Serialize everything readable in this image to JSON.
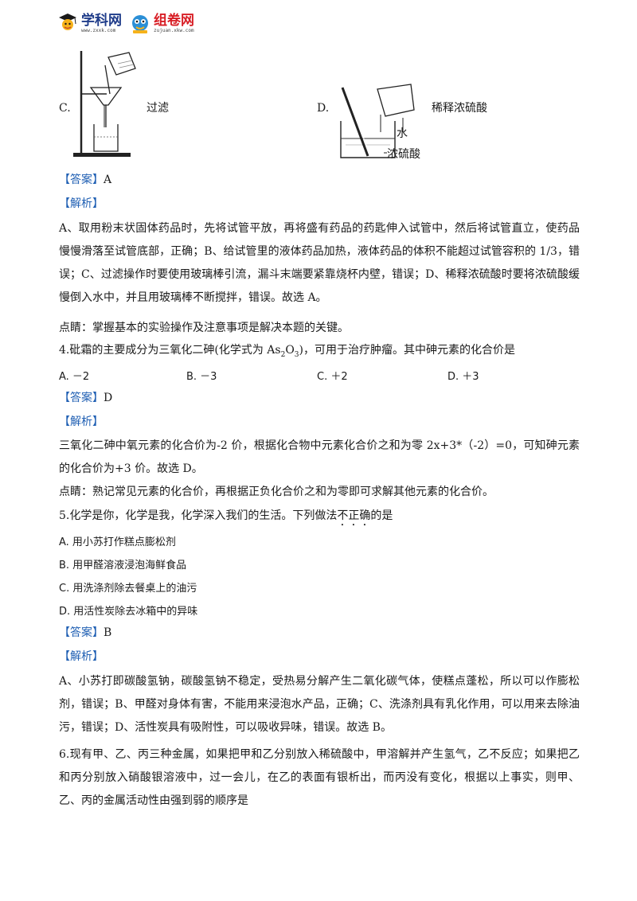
{
  "header": {
    "logo1_text": "学科网",
    "logo1_sub": "www.zxxk.com",
    "logo2_text": "组卷网",
    "logo2_sub": "zujuan.xkw.com"
  },
  "fig_c": {
    "letter": "C.",
    "caption": "过滤"
  },
  "fig_d": {
    "letter": "D.",
    "caption": "稀释浓硫酸",
    "water": "水",
    "acid": "浓硫酸"
  },
  "q3": {
    "answer_tag": "【答案】",
    "answer": "A",
    "analysis_tag": "【解析】",
    "analysis": "A、取用粉末状固体药品时，先将试管平放，再将盛有药品的药匙伸入试管中，然后将试管直立，使药品慢慢滑落至试管底部，正确；B、给试管里的液体药品加热，液体药品的体积不能超过试管容积的 1/3，错误；C、过滤操作时要使用玻璃棒引流，漏斗末端要紧靠烧杯内壁，错误；D、稀释浓硫酸时要将浓硫酸缓慢倒入水中，并且用玻璃棒不断搅拌，错误。故选 A。",
    "tip": "点睛：掌握基本的实验操作及注意事项是解决本题的关键。"
  },
  "q4": {
    "stem_a": "4.砒霜的主要成分为三氧化二砷(化学式为 As",
    "sub1": "2",
    "stem_b": "O",
    "sub2": "3",
    "stem_c": ")，可用于治疗肿瘤。其中砷元素的化合价是",
    "options": [
      "A.  －2",
      "B.  －3",
      "C.  ＋2",
      "D.  ＋3"
    ],
    "answer_tag": "【答案】",
    "answer": "D",
    "analysis_tag": "【解析】",
    "analysis": "三氧化二砷中氧元素的化合价为-2 价，根据化合物中元素化合价之和为零 2x+3*（-2）=0，可知砷元素的化合价为+3 价。故选 D。",
    "tip": "点睛：熟记常见元素的化合价，再根据正负化合价之和为零即可求解其他元素的化合价。"
  },
  "q5": {
    "stem_a": "5.化学是你，化学是我，化学深入我们的生活。下列做法",
    "stem_emph": "不正确",
    "stem_b": "的是",
    "options": [
      "A.  用小苏打作糕点膨松剂",
      "B.  用甲醛溶液浸泡海鲜食品",
      "C.  用洗涤剂除去餐桌上的油污",
      "D.  用活性炭除去冰箱中的异味"
    ],
    "answer_tag": "【答案】",
    "answer": "B",
    "analysis_tag": "【解析】",
    "analysis": "A、小苏打即碳酸氢钠，碳酸氢钠不稳定，受热易分解产生二氧化碳气体，使糕点蓬松，所以可以作膨松剂，错误；B、甲醛对身体有害，不能用来浸泡水产品，正确；C、洗涤剂具有乳化作用，可以用来去除油污，错误；D、活性炭具有吸附性，可以吸收异味，错误。故选 B。"
  },
  "q6": {
    "stem": "6.现有甲、乙、丙三种金属，如果把甲和乙分别放入稀硫酸中，甲溶解并产生氢气，乙不反应；如果把乙和丙分别放入硝酸银溶液中，过一会儿，在乙的表面有银析出，而丙没有变化，根据以上事实，则甲、乙、丙的金属活动性由强到弱的顺序是"
  }
}
